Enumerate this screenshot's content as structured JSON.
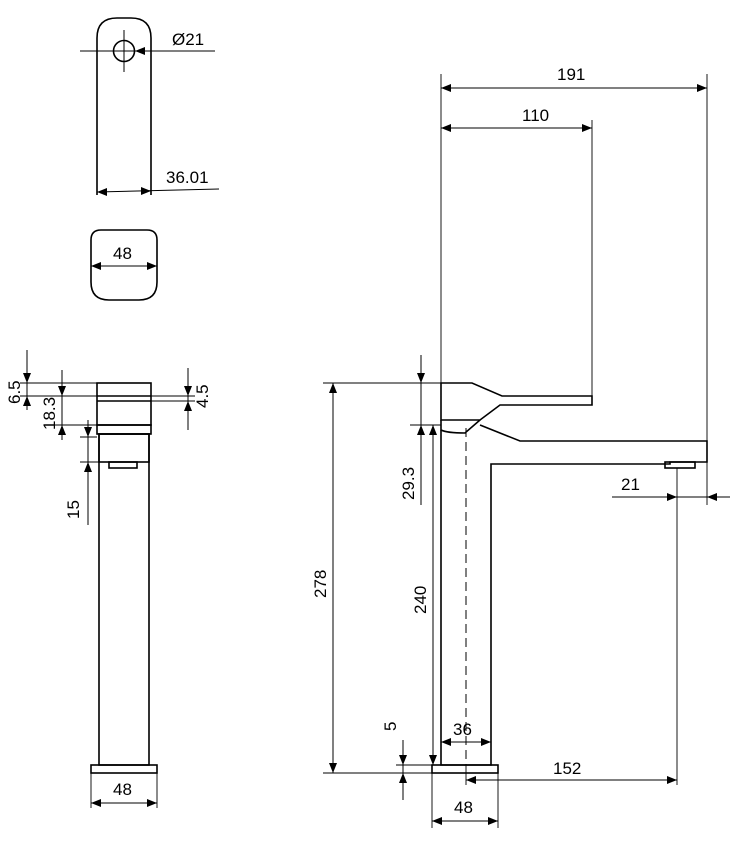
{
  "labels": {
    "top_hole_diameter": "Ø21",
    "top_neck_width": "36.01",
    "top_handle_width": "48",
    "side_top_gap": "6.5",
    "side_lever_height": "18.3",
    "side_lever_thickness": "4.5",
    "side_collar": "15",
    "side_base_width": "48",
    "front_total_reach": "191",
    "front_lever_length": "110",
    "front_total_height": "278",
    "front_lever_rise": "29.3",
    "front_body_height": "240",
    "front_aerator_width": "21",
    "front_body_width": "36",
    "front_base_thickness": "5",
    "front_spout_reach": "152",
    "front_base_width": "48"
  }
}
